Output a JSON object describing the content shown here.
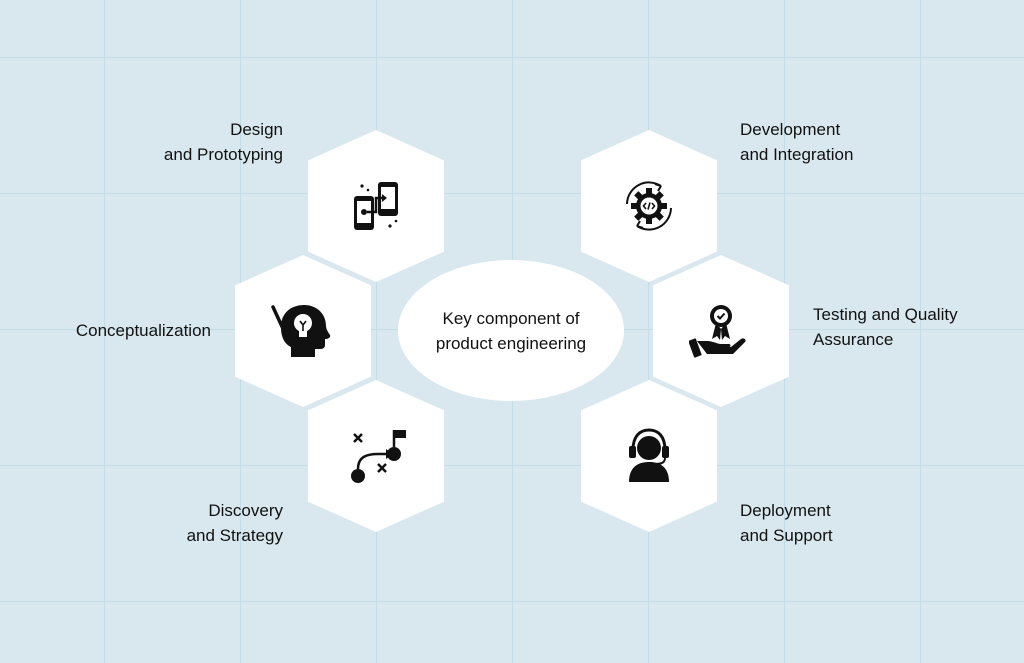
{
  "center": {
    "line1": "Key component of",
    "line2": "product engineering"
  },
  "components": [
    {
      "id": "design",
      "lines": [
        "Design",
        "and Prototyping"
      ],
      "icon": "mobile-transfer-icon"
    },
    {
      "id": "development",
      "lines": [
        "Development",
        "and Integration"
      ],
      "icon": "code-gear-cycle-icon"
    },
    {
      "id": "conceptualization",
      "lines": [
        "Conceptualization"
      ],
      "icon": "head-lightbulb-icon"
    },
    {
      "id": "testing",
      "lines": [
        "Testing and Quality",
        "Assurance"
      ],
      "icon": "hand-award-icon"
    },
    {
      "id": "discovery",
      "lines": [
        "Discovery",
        "and Strategy"
      ],
      "icon": "strategy-path-icon"
    },
    {
      "id": "deployment",
      "lines": [
        "Deployment",
        "and Support"
      ],
      "icon": "headset-support-icon"
    }
  ],
  "colors": {
    "background": "#d9e8ef",
    "grid": "#c2dde6",
    "shape_fill": "#ffffff",
    "text": "#111111"
  }
}
